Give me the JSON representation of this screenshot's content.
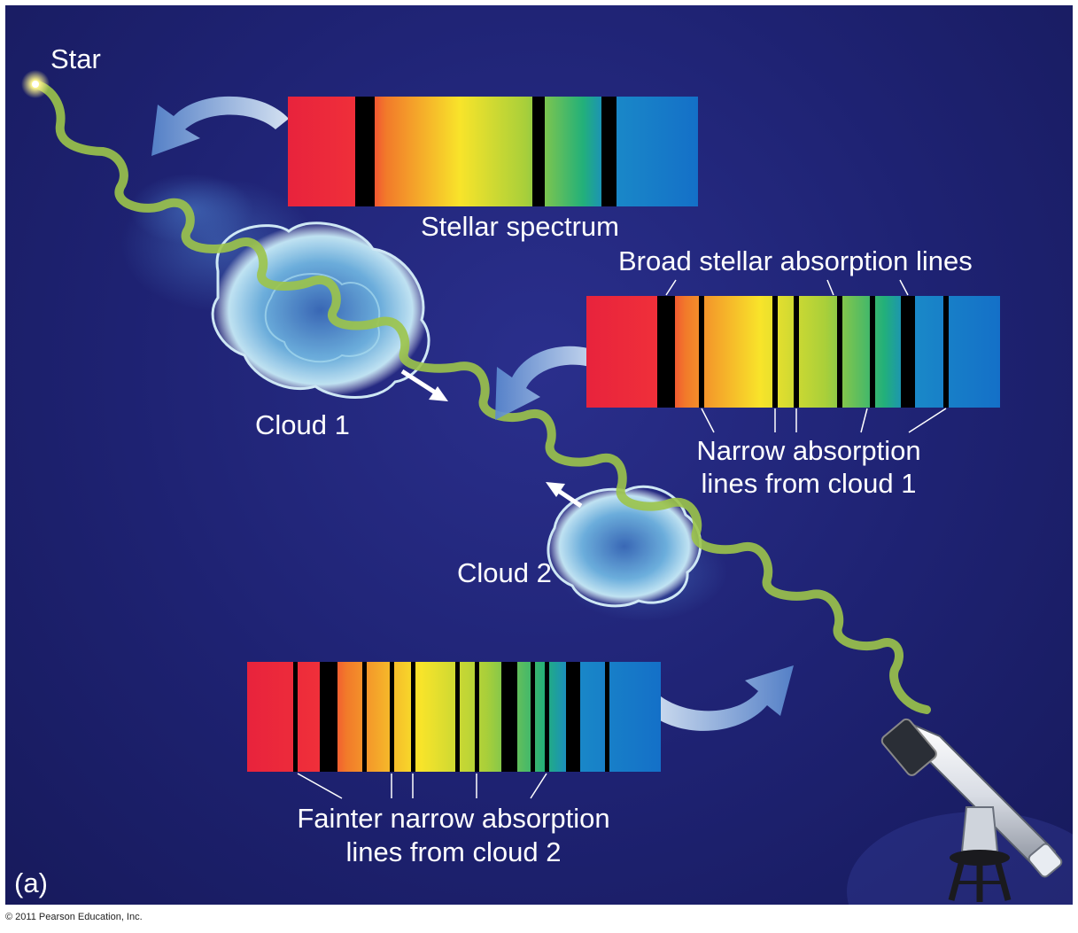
{
  "labels": {
    "star": "Star",
    "stellar_spectrum": "Stellar spectrum",
    "broad_lines": "Broad stellar absorption lines",
    "cloud1": "Cloud 1",
    "narrow_line1": "Narrow absorption",
    "narrow_line2": "lines from cloud 1",
    "cloud2": "Cloud 2",
    "fainter_line1": "Fainter narrow absorption",
    "fainter_line2": "lines from cloud 2",
    "panel": "(a)"
  },
  "copyright": "© 2011 Pearson Education, Inc.",
  "colors": {
    "background": "#1e2272",
    "light_path": "#9cc44a",
    "cloud": "#7fc8e8",
    "absorption_line": "#000000"
  },
  "icons": [
    "star-icon",
    "telescope-icon",
    "curved-arrow-icon"
  ]
}
